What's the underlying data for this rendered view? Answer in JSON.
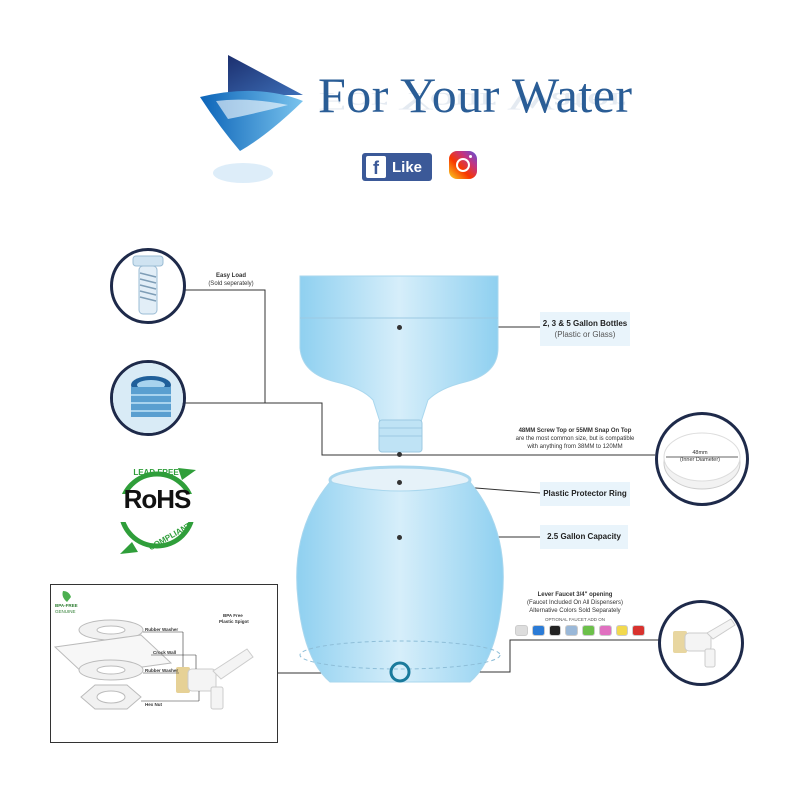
{
  "brand": {
    "name": "For Your Water",
    "like_label": "Like",
    "facebook_glyph": "f"
  },
  "parts": {
    "easy_load": {
      "title": "Easy Load",
      "sub": "(Sold seperately)"
    },
    "bottles": {
      "title": "2, 3 & 5 Gallon Bottles",
      "sub": "(Plastic or Glass)"
    },
    "screw_top": {
      "title": "48MM Screw Top or 55MM Snap On Top",
      "line1": "are the most common size, but is compatible",
      "line2": "with anything from 38MM to 120MM"
    },
    "cap_size": {
      "value": "48mm",
      "sub": "(Inner Diameter)"
    },
    "protector_ring": {
      "title": "Plastic Protector Ring"
    },
    "capacity": {
      "title": "2.5 Gallon Capacity"
    },
    "faucet": {
      "title": "Lever Faucet 3/4\" opening",
      "line1": "(Faucet Included On All Dispensers)",
      "line2": "Alternative Colors Sold Separately",
      "addon": "OPTIONAL FAUCET ADD ON",
      "colors": [
        "#dddddd",
        "#2b7bd6",
        "#222222",
        "#9ab8d8",
        "#6cc04a",
        "#e070c0",
        "#f2d94e",
        "#d8322e"
      ]
    }
  },
  "rohs": {
    "mark": "RoHS",
    "top": "LEAD FREE",
    "bottom": "COMPLIANT"
  },
  "inset": {
    "badge_top": "BPA-FREE",
    "badge_bottom": "GENUINE",
    "spigot_line1": "BPA Free",
    "spigot_line2": "Plastic Spigot",
    "rubber_washer_1": "Rubber Washer",
    "crock_wall": "Crock Wall",
    "rubber_washer_2": "Rubber Washer",
    "hex_nut": "Hex Nut"
  },
  "colors": {
    "brand_blue": "#2a5d96",
    "circle_border": "#1e2a4a",
    "water": "#bfe3f5",
    "label_bg": "#e9f4fb",
    "rohs_green": "#2f9e3a"
  }
}
